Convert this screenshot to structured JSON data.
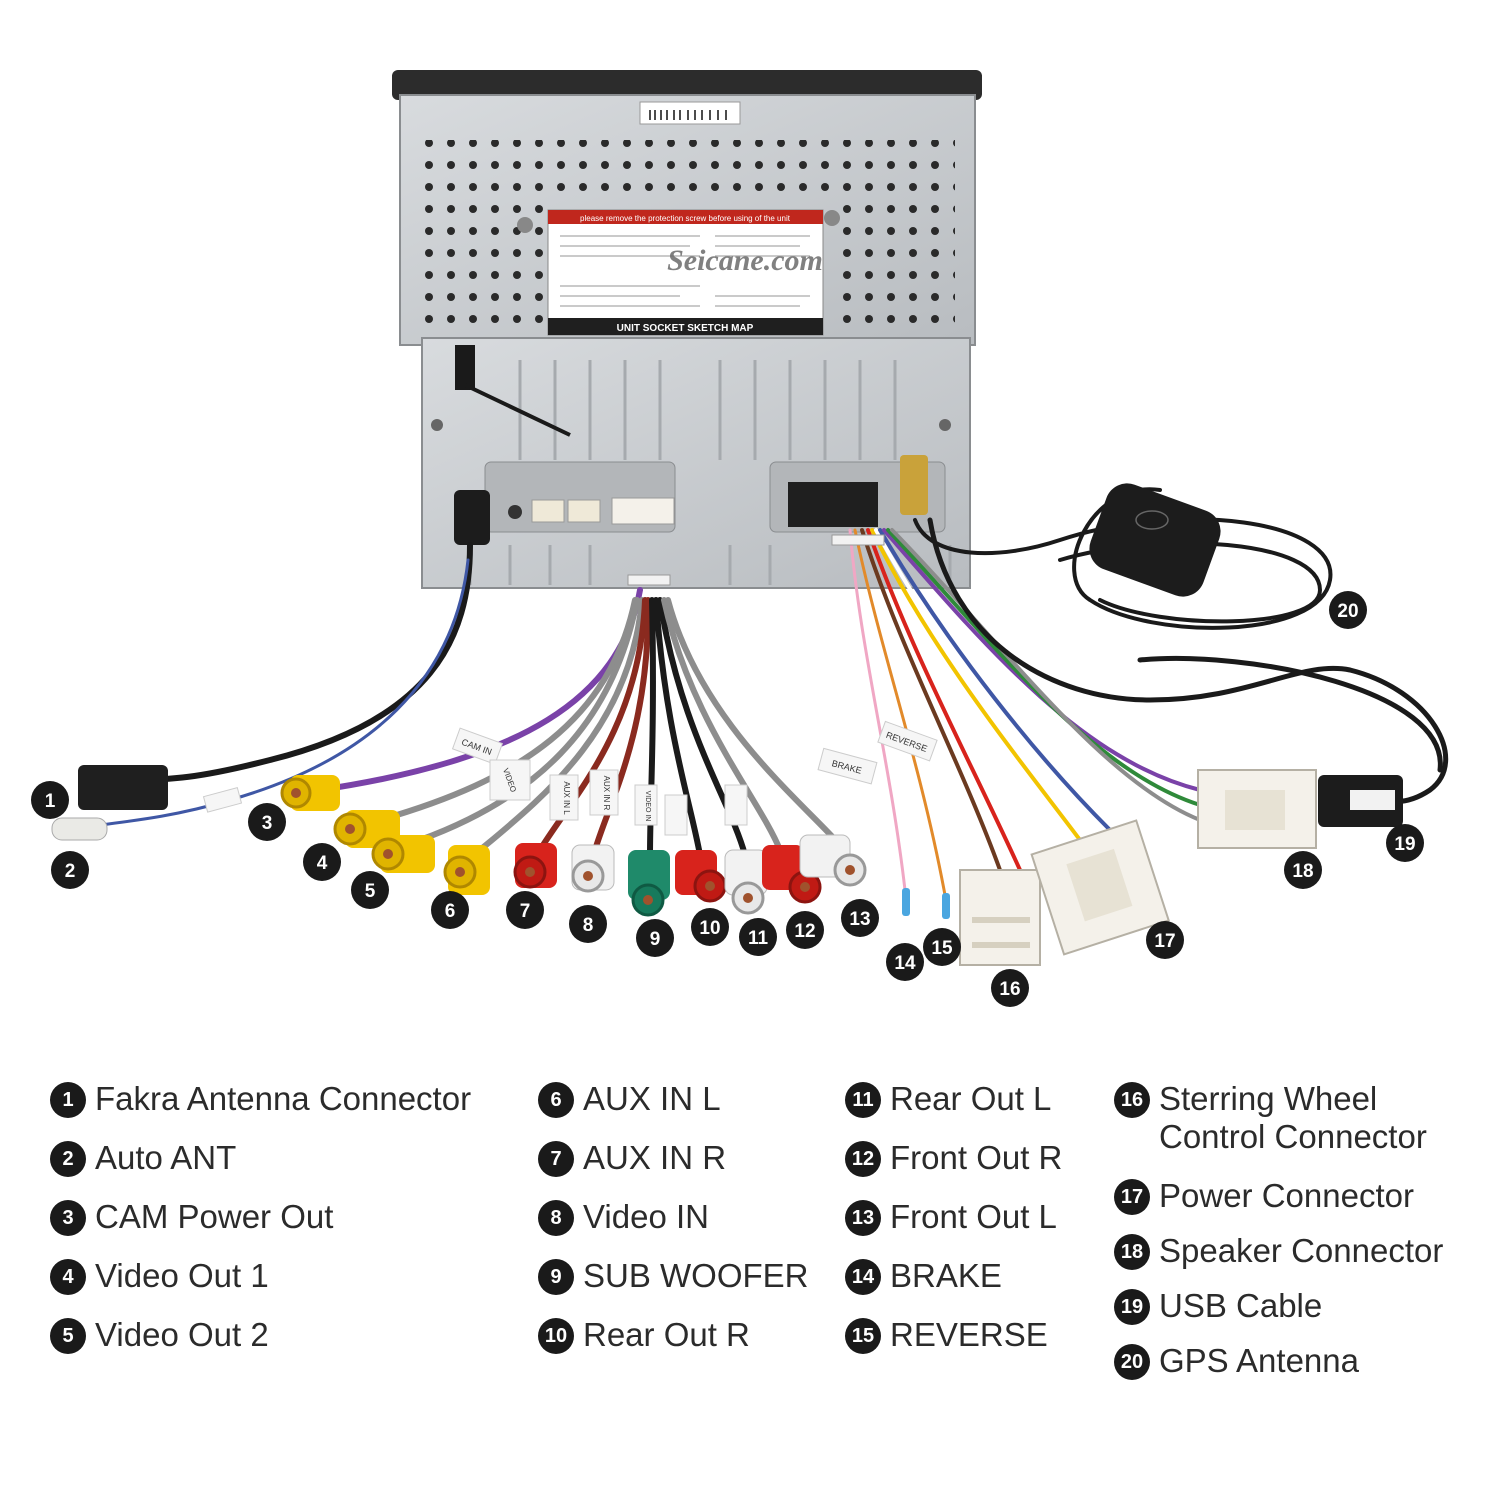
{
  "brand_watermark": "Seicane.com",
  "label_sticker_title": "UNIT SOCKET SKETCH MAP",
  "label_sticker_warning": "please remove the protection screw before using of the unit",
  "wire_tags": [
    "CAM IN",
    "BRAKE",
    "REVERSE",
    "AUX IN L",
    "AUX IN R",
    "VIDEO",
    "VIDEO IN"
  ],
  "callouts": [
    {
      "n": "1"
    },
    {
      "n": "2"
    },
    {
      "n": "3"
    },
    {
      "n": "4"
    },
    {
      "n": "5"
    },
    {
      "n": "6"
    },
    {
      "n": "7"
    },
    {
      "n": "8"
    },
    {
      "n": "9"
    },
    {
      "n": "10"
    },
    {
      "n": "11"
    },
    {
      "n": "12"
    },
    {
      "n": "13"
    },
    {
      "n": "14"
    },
    {
      "n": "15"
    },
    {
      "n": "16"
    },
    {
      "n": "17"
    },
    {
      "n": "18"
    },
    {
      "n": "19"
    },
    {
      "n": "20"
    }
  ],
  "legend": {
    "col1": [
      {
        "n": "1",
        "label": "Fakra Antenna Connector"
      },
      {
        "n": "2",
        "label": "Auto ANT"
      },
      {
        "n": "3",
        "label": "CAM Power Out"
      },
      {
        "n": "4",
        "label": "Video Out 1"
      },
      {
        "n": "5",
        "label": "Video Out 2"
      }
    ],
    "col2": [
      {
        "n": "6",
        "label": "AUX IN L"
      },
      {
        "n": "7",
        "label": "AUX IN R"
      },
      {
        "n": "8",
        "label": "Video IN"
      },
      {
        "n": "9",
        "label": "SUB WOOFER"
      },
      {
        "n": "10",
        "label": "Rear Out R"
      }
    ],
    "col3": [
      {
        "n": "11",
        "label": "Rear Out L"
      },
      {
        "n": "12",
        "label": "Front Out R"
      },
      {
        "n": "13",
        "label": "Front Out L"
      },
      {
        "n": "14",
        "label": "BRAKE"
      },
      {
        "n": "15",
        "label": "REVERSE"
      }
    ],
    "col4": [
      {
        "n": "16",
        "label": "Sterring Wheel\nControl Connector"
      },
      {
        "n": "17",
        "label": "Power Connector"
      },
      {
        "n": "18",
        "label": "Speaker Connector"
      },
      {
        "n": "19",
        "label": "USB Cable"
      },
      {
        "n": "20",
        "label": "GPS Antenna"
      }
    ]
  },
  "colors": {
    "rca_yellow": "#f2c400",
    "rca_red": "#d8231c",
    "rca_white": "#f2f2f2",
    "rca_green": "#1f8a6a",
    "callout_bg": "#1a1a1a",
    "chassis": "#c9cccf"
  }
}
